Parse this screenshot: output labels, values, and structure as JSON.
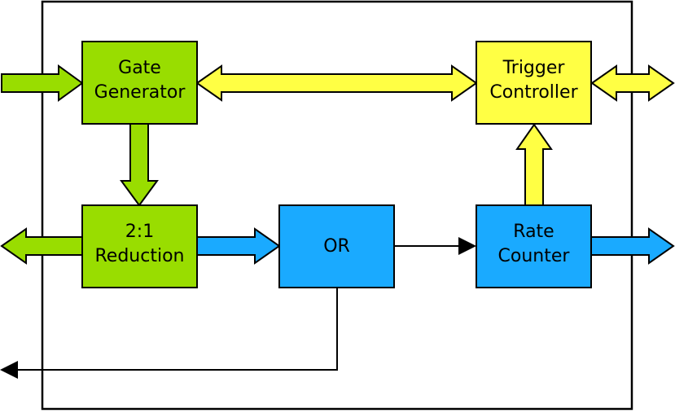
{
  "colors": {
    "green": "#99dd00",
    "yellow": "#ffff44",
    "blue": "#1aaaff",
    "outline": "#000000",
    "background": "#ffffff"
  },
  "blocks": {
    "gate_generator": {
      "line1": "Gate",
      "line2": "Generator"
    },
    "trigger_controller": {
      "line1": "Trigger",
      "line2": "Controller"
    },
    "reduction": {
      "line1": "2:1",
      "line2": "Reduction"
    },
    "or_gate": {
      "line1": "OR"
    },
    "rate_counter": {
      "line1": "Rate",
      "line2": "Counter"
    }
  }
}
